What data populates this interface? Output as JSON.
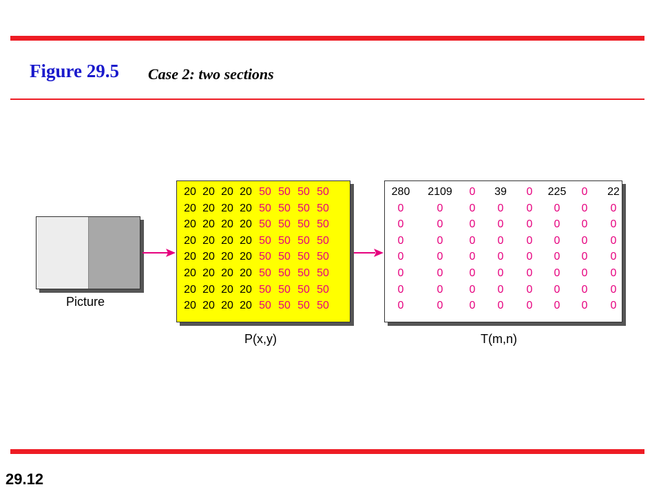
{
  "slide": {
    "title": "Figure 29.5",
    "subtitle": "Case 2: two sections",
    "number": "29.12"
  },
  "picture": {
    "label": "Picture"
  },
  "p_matrix": {
    "label": "P(x,y)",
    "rows": [
      [
        "20",
        "20",
        "20",
        "20",
        "50",
        "50",
        "50",
        "50"
      ],
      [
        "20",
        "20",
        "20",
        "20",
        "50",
        "50",
        "50",
        "50"
      ],
      [
        "20",
        "20",
        "20",
        "20",
        "50",
        "50",
        "50",
        "50"
      ],
      [
        "20",
        "20",
        "20",
        "20",
        "50",
        "50",
        "50",
        "50"
      ],
      [
        "20",
        "20",
        "20",
        "20",
        "50",
        "50",
        "50",
        "50"
      ],
      [
        "20",
        "20",
        "20",
        "20",
        "50",
        "50",
        "50",
        "50"
      ],
      [
        "20",
        "20",
        "20",
        "20",
        "50",
        "50",
        "50",
        "50"
      ],
      [
        "20",
        "20",
        "20",
        "20",
        "50",
        "50",
        "50",
        "50"
      ]
    ]
  },
  "t_matrix": {
    "label": "T(m,n)",
    "rows": [
      [
        "280",
        "2109",
        "0",
        "39",
        "0",
        "225",
        "0",
        "22"
      ],
      [
        "0",
        "0",
        "0",
        "0",
        "0",
        "0",
        "0",
        "0"
      ],
      [
        "0",
        "0",
        "0",
        "0",
        "0",
        "0",
        "0",
        "0"
      ],
      [
        "0",
        "0",
        "0",
        "0",
        "0",
        "0",
        "0",
        "0"
      ],
      [
        "0",
        "0",
        "0",
        "0",
        "0",
        "0",
        "0",
        "0"
      ],
      [
        "0",
        "0",
        "0",
        "0",
        "0",
        "0",
        "0",
        "0"
      ],
      [
        "0",
        "0",
        "0",
        "0",
        "0",
        "0",
        "0",
        "0"
      ],
      [
        "0",
        "0",
        "0",
        "0",
        "0",
        "0",
        "0",
        "0"
      ]
    ]
  },
  "colors": {
    "accent_red": "#ee1c24",
    "title_blue": "#1a1acc",
    "matrix_yellow": "#ffff00",
    "value_magenta": "#e6007e",
    "arrow_magenta": "#e6007e"
  }
}
